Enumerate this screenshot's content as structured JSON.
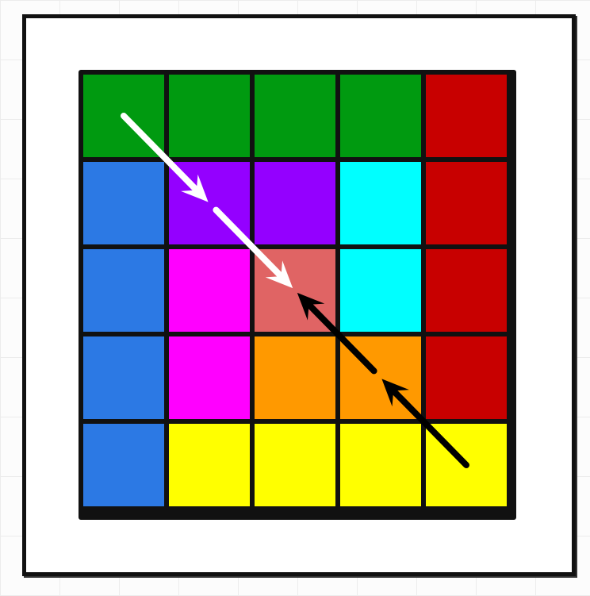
{
  "puzzle": {
    "rows": 5,
    "cols": 5,
    "palette": {
      "G": "#009a10",
      "R": "#c80000",
      "B": "#2c79e4",
      "P": "#9400ff",
      "C": "#00ffff",
      "M": "#ff00ff",
      "S": "#e06464",
      "O": "#ff9900",
      "Y": "#ffff00"
    },
    "grid": [
      [
        "G",
        "G",
        "G",
        "G",
        "R"
      ],
      [
        "B",
        "P",
        "P",
        "C",
        "R"
      ],
      [
        "B",
        "M",
        "S",
        "C",
        "R"
      ],
      [
        "B",
        "M",
        "O",
        "O",
        "R"
      ],
      [
        "B",
        "Y",
        "Y",
        "Y",
        "Y"
      ]
    ],
    "arrows": [
      {
        "name": "white-diagonal-arrow",
        "color": "#ffffff",
        "from": [
          0,
          0
        ],
        "to": [
          2,
          2
        ],
        "segments": 2
      },
      {
        "name": "black-diagonal-arrow",
        "color": "#000000",
        "from": [
          4,
          4
        ],
        "to": [
          2,
          2
        ],
        "segments": 2
      }
    ]
  }
}
